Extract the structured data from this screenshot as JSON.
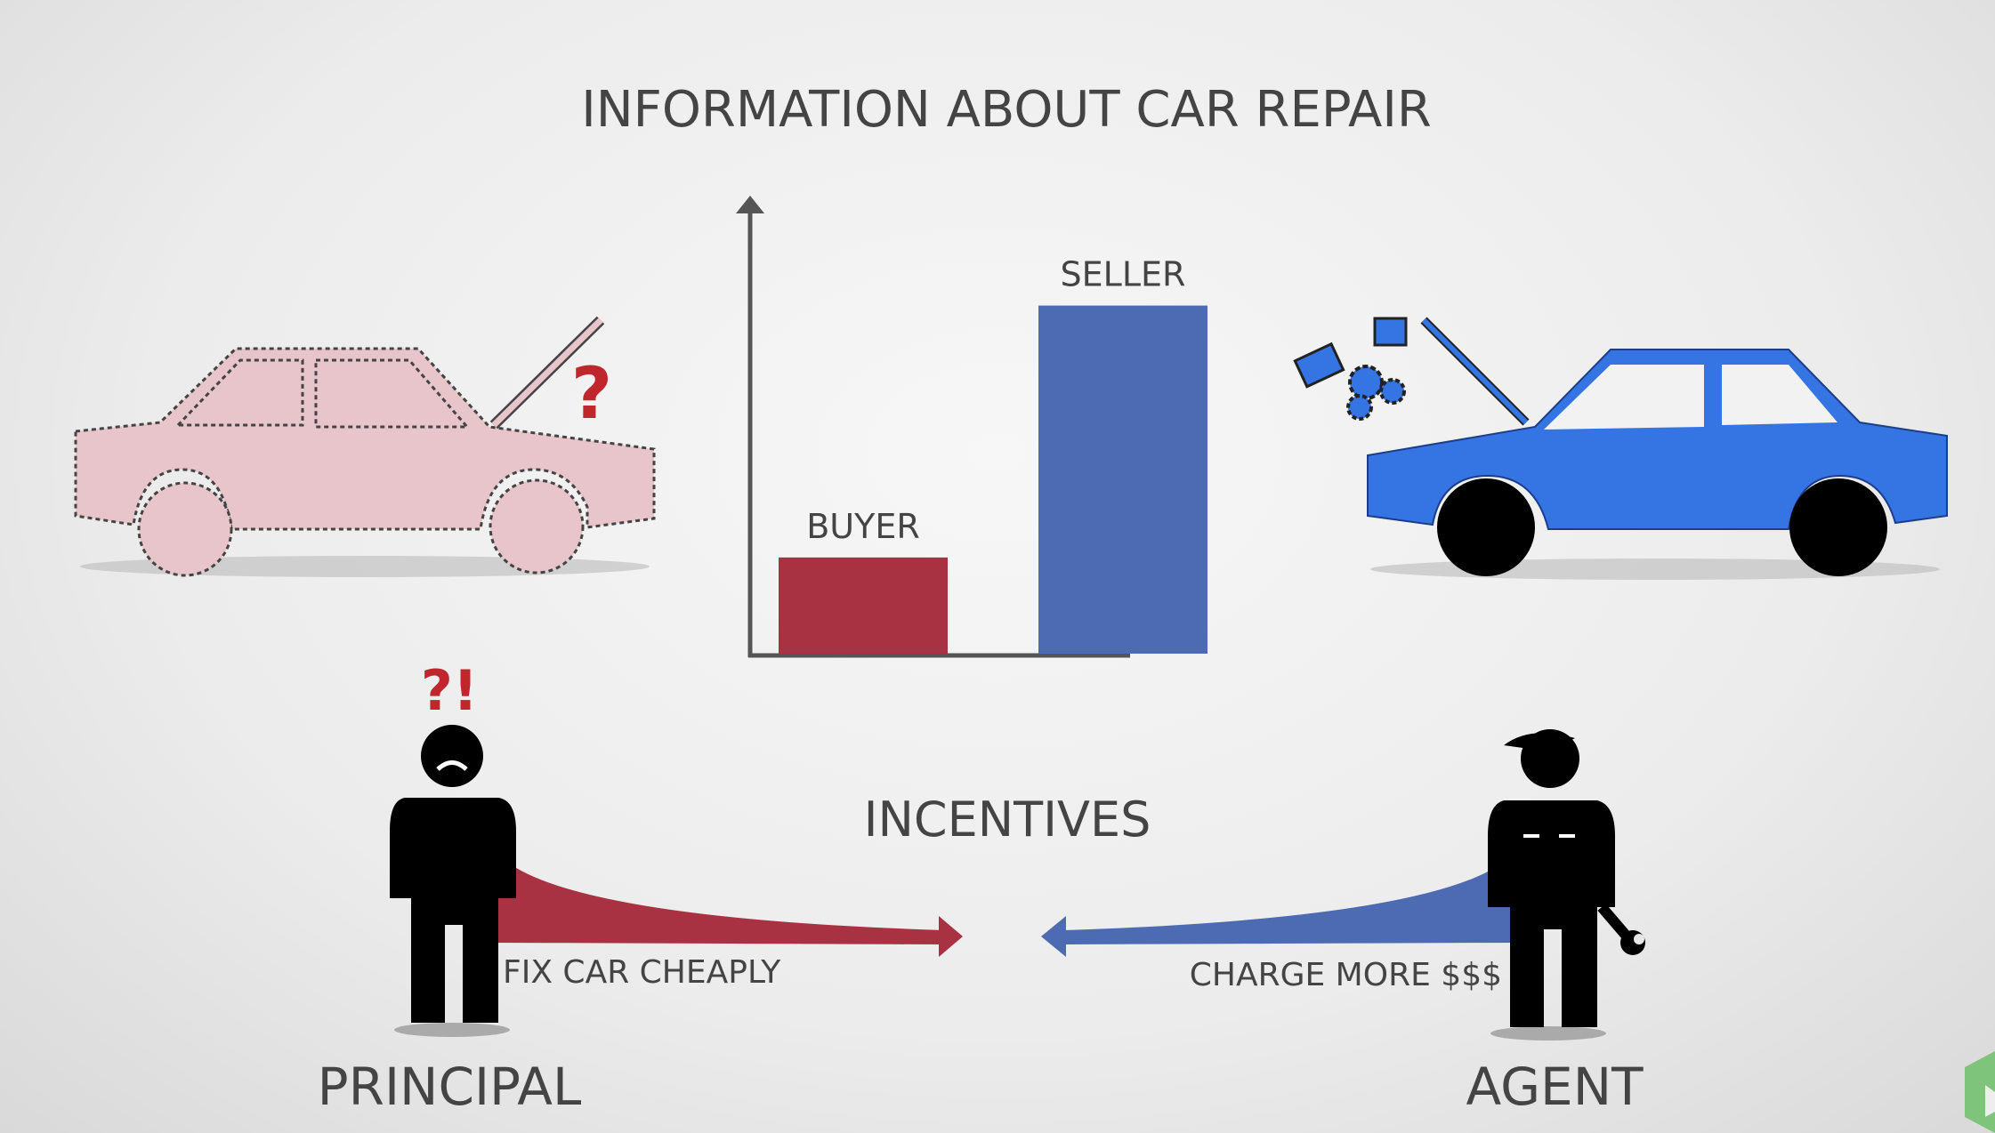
{
  "title": "INFORMATION ABOUT CAR REPAIR",
  "chart_data": {
    "type": "bar",
    "title": "INFORMATION ABOUT CAR REPAIR",
    "categories": [
      "BUYER",
      "SELLER"
    ],
    "values": [
      21,
      76
    ],
    "colors": [
      "#a93242",
      "#4c6bb3"
    ],
    "xlabel": "",
    "ylabel": "",
    "ylim": [
      0,
      100
    ],
    "grid": false
  },
  "left_car_mark": "?",
  "principal_mark": "?!",
  "incentives_label": "INCENTIVES",
  "principal": {
    "label": "PRINCIPAL",
    "incentive": "FIX CAR CHEAPLY"
  },
  "agent": {
    "label": "AGENT",
    "incentive": "CHARGE MORE $$$"
  },
  "colors": {
    "red": "#a93242",
    "blue": "#4c6bb3",
    "car_blue": "#3574e3",
    "car_pink": "#e8c4cb",
    "text": "#444444"
  }
}
